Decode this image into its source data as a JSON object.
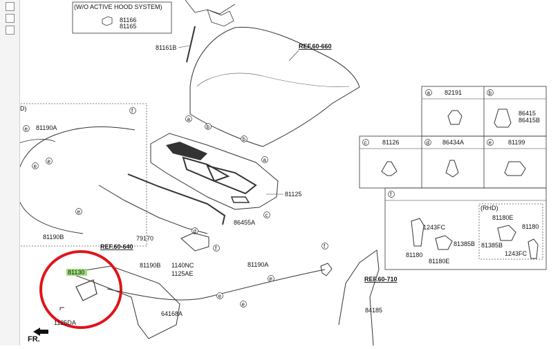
{
  "header_note": "(W/O ACTIVE HOOD SYSTEM)",
  "header_parts": [
    "81166",
    "81165"
  ],
  "refs": {
    "hood": "REF.60-660",
    "left": "REF.60-640",
    "right": "REF.60-710"
  },
  "rhd_label": "(RHD)",
  "fr_label": "FR.",
  "highlight_part": "81130",
  "parts": {
    "p81161B": "81161B",
    "p81190A": "81190A",
    "p81190B": "81190B",
    "p81125": "81125",
    "p86455A": "86455A",
    "p79170": "79170",
    "p1140NC": "1140NC",
    "p1125AE": "1125AE",
    "p64168A": "64168A",
    "p1125DA": "1125DA",
    "p84185": "84185"
  },
  "table": {
    "a": {
      "letter": "a",
      "part": "82191"
    },
    "b": {
      "letter": "b",
      "part_top": "86415",
      "part_bottom": "86415B"
    },
    "c": {
      "letter": "c",
      "part": "81126"
    },
    "d": {
      "letter": "d",
      "part": "86434A"
    },
    "e": {
      "letter": "e",
      "part": "81199"
    },
    "f": {
      "letter": "f",
      "lhd": [
        "1243FC",
        "81180",
        "81180E",
        "81385B"
      ],
      "rhd_label": "(RHD)",
      "rhd": [
        "81180E",
        "81180",
        "81385B",
        "1243FC"
      ]
    }
  },
  "colors": {
    "highlight_box": "#9be07a",
    "circle": "#e0141a"
  }
}
